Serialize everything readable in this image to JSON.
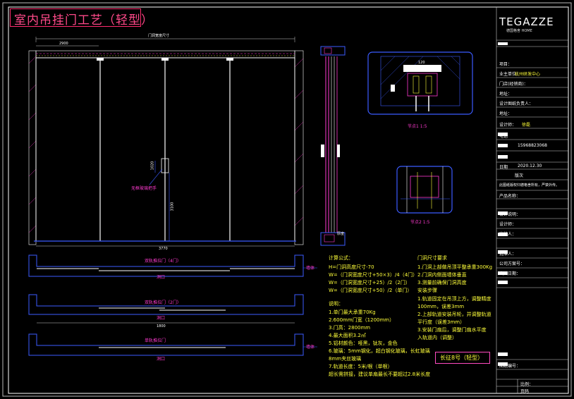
{
  "title": "室内吊挂门工艺（轻型）",
  "brand": {
    "name": "TEGAZZE",
    "sub": "德国格舍 HOME"
  },
  "elevation": {
    "top_dim": "门洞宽度尺寸",
    "sub_dim": "2900",
    "bottom_dim": "3770",
    "height_dim": "3100",
    "handle_dim": "1020",
    "handle_label": "无框玻璃把手"
  },
  "side_view": {
    "bottom_dim": "厚度"
  },
  "node1": {
    "label": "节点1 1:5",
    "dim": "120"
  },
  "node2": {
    "label": "节点2 1:5"
  },
  "plans": [
    {
      "title": "双轨推拉门（4门）",
      "door_label": "墙体",
      "opening": "洞口"
    },
    {
      "title": "双轨推拉门（2门）",
      "door_label": "",
      "opening": "洞口"
    },
    {
      "title": "单轨推拉门",
      "door_label": "墙体",
      "opening": "洞口",
      "dim": "1800"
    }
  ],
  "notes_left": {
    "heading": "计算公式：",
    "lines": [
      "H=门洞高度尺寸-70",
      "W=（门洞宽度尺寸+50×3）/4（4门）",
      "W=（门洞宽度尺寸+25）/2（2门）",
      "W=（门洞宽度尺寸+50）/2（单门）"
    ],
    "spec_heading": "说明：",
    "specs": [
      "1.单门最大承重70Kg",
      "2.600mm门宽（1200mm）",
      "3.门高：2800mm",
      "4.最大面积3.2㎡",
      "5.铝材颜色：哑黑，钛灰，金色",
      "6.玻璃：5mm钢化，超白钢化玻璃，长虹玻璃",
      "   8mm夹丝玻璃",
      "7.轨道长度：5米/根（单根）",
      "   超长需拼接，建议单扇最长不要超过2.8米长度"
    ]
  },
  "notes_right": {
    "heading": "门洞尺寸要求",
    "lines": [
      "1.门洞上部做吊顶平整承重300Kg",
      "2.门洞内侧面墙体垂直",
      "3.测量前确保门洞高度",
      "安装步骤",
      "1.轨道固定在吊顶上方，调整精度",
      "   100mm，误差3mm",
      "2.上部轨道安装吊轮，并调整轨道",
      "   平行度（误差3mm）",
      "3.安装门扇后，调整门扇水平度",
      "   入轨道内（调整）"
    ]
  },
  "model": "长征8号（轻型）",
  "title_block": {
    "rows": [
      {
        "label": "项目：",
        "value": ""
      },
      {
        "label": "业主单位：",
        "value": "杭州研发中心"
      },
      {
        "label": "门店(经销商)：",
        "value": ""
      },
      {
        "label": "地址：",
        "value": ""
      },
      {
        "label": "设计图纸负责人：",
        "value": ""
      },
      {
        "label": "地址：",
        "value": ""
      },
      {
        "label": "设计师：",
        "value": "徐磊"
      },
      {
        "label": "电话",
        "value": "15968823068"
      },
      {
        "label": "日期",
        "value": "2020.12.30"
      },
      {
        "label": "版次",
        "value": ""
      }
    ],
    "note": "此图纸版权归德格舍所有，严禁外传。",
    "sign_rows": [
      "产品名称：",
      "",
      "设计说明：",
      "设计师：",
      "审核人：",
      "",
      "批准人：",
      "公司方案号：",
      "出图日期："
    ],
    "bottom": {
      "label1": "图纸编号：",
      "label2": "比例：",
      "label3": "页码"
    }
  },
  "colors": {
    "frame": "#ffffff",
    "primary": "#3b5bff",
    "accent": "#ff3ad0",
    "text": "#ffff3a",
    "title": "#ff4a8a"
  }
}
